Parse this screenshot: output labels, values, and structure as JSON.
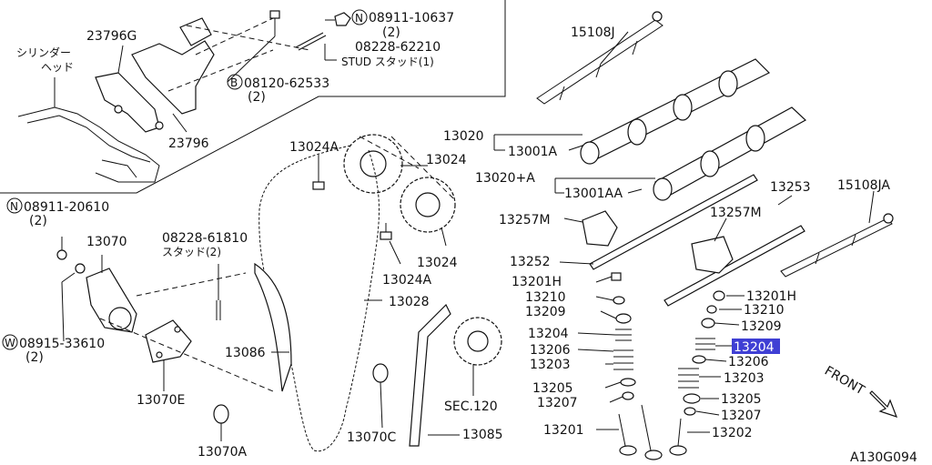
{
  "labels": {
    "cyl_head": "シリンダー",
    "cyl_head2": "ヘッド",
    "p23796G": "23796G",
    "p23796": "23796",
    "nut_n": "N",
    "nut_pn": "08911-10637",
    "nut_qty": "(2)",
    "stud_pn": "08228-62210",
    "stud_txt": "STUD スタッド(1)",
    "bolt_b": "B",
    "bolt_pn": "08120-62533",
    "bolt_qty": "(2)",
    "p15108J": "15108J",
    "p13020": "13020",
    "p13001A": "13001A",
    "p13020A": "13020+A",
    "p13001AA": "13001AA",
    "p13024A_1": "13024A",
    "p13024_1": "13024",
    "p13024_2": "13024",
    "p13024A_2": "13024A",
    "p13028": "13028",
    "n2_n": "N",
    "n2_pn": "08911-20610",
    "n2_qty": "(2)",
    "p13070": "13070",
    "stud2_pn": "08228-61810",
    "stud2_txt": "スタッド(2)",
    "w_w": "W",
    "w_pn": "08915-33610",
    "w_qty": "(2)",
    "p13086": "13086",
    "p13070E": "13070E",
    "p13070A": "13070A",
    "p13070C": "13070C",
    "p13085": "13085",
    "sec120": "SEC.120",
    "p13253": "13253",
    "p15108JA": "15108JA",
    "p13257M_1": "13257M",
    "p13257M_2": "13257M",
    "p13252": "13252",
    "p13201H_1": "13201H",
    "p13210_1": "13210",
    "p13209_1": "13209",
    "p13204_1": "13204",
    "p13206_1": "13206",
    "p13203_1": "13203",
    "p13205_1": "13205",
    "p13207_1": "13207",
    "p13201": "13201",
    "p13201H_2": "13201H",
    "p13210_2": "13210",
    "p13209_2": "13209",
    "p13204_2": "13204",
    "p13206_2": "13206",
    "p13203_2": "13203",
    "p13205_2": "13205",
    "p13207_2": "13207",
    "p13202": "13202",
    "front": "FRONT",
    "fig_code": "A130G094"
  },
  "highlight_color": "#3f3fd4"
}
